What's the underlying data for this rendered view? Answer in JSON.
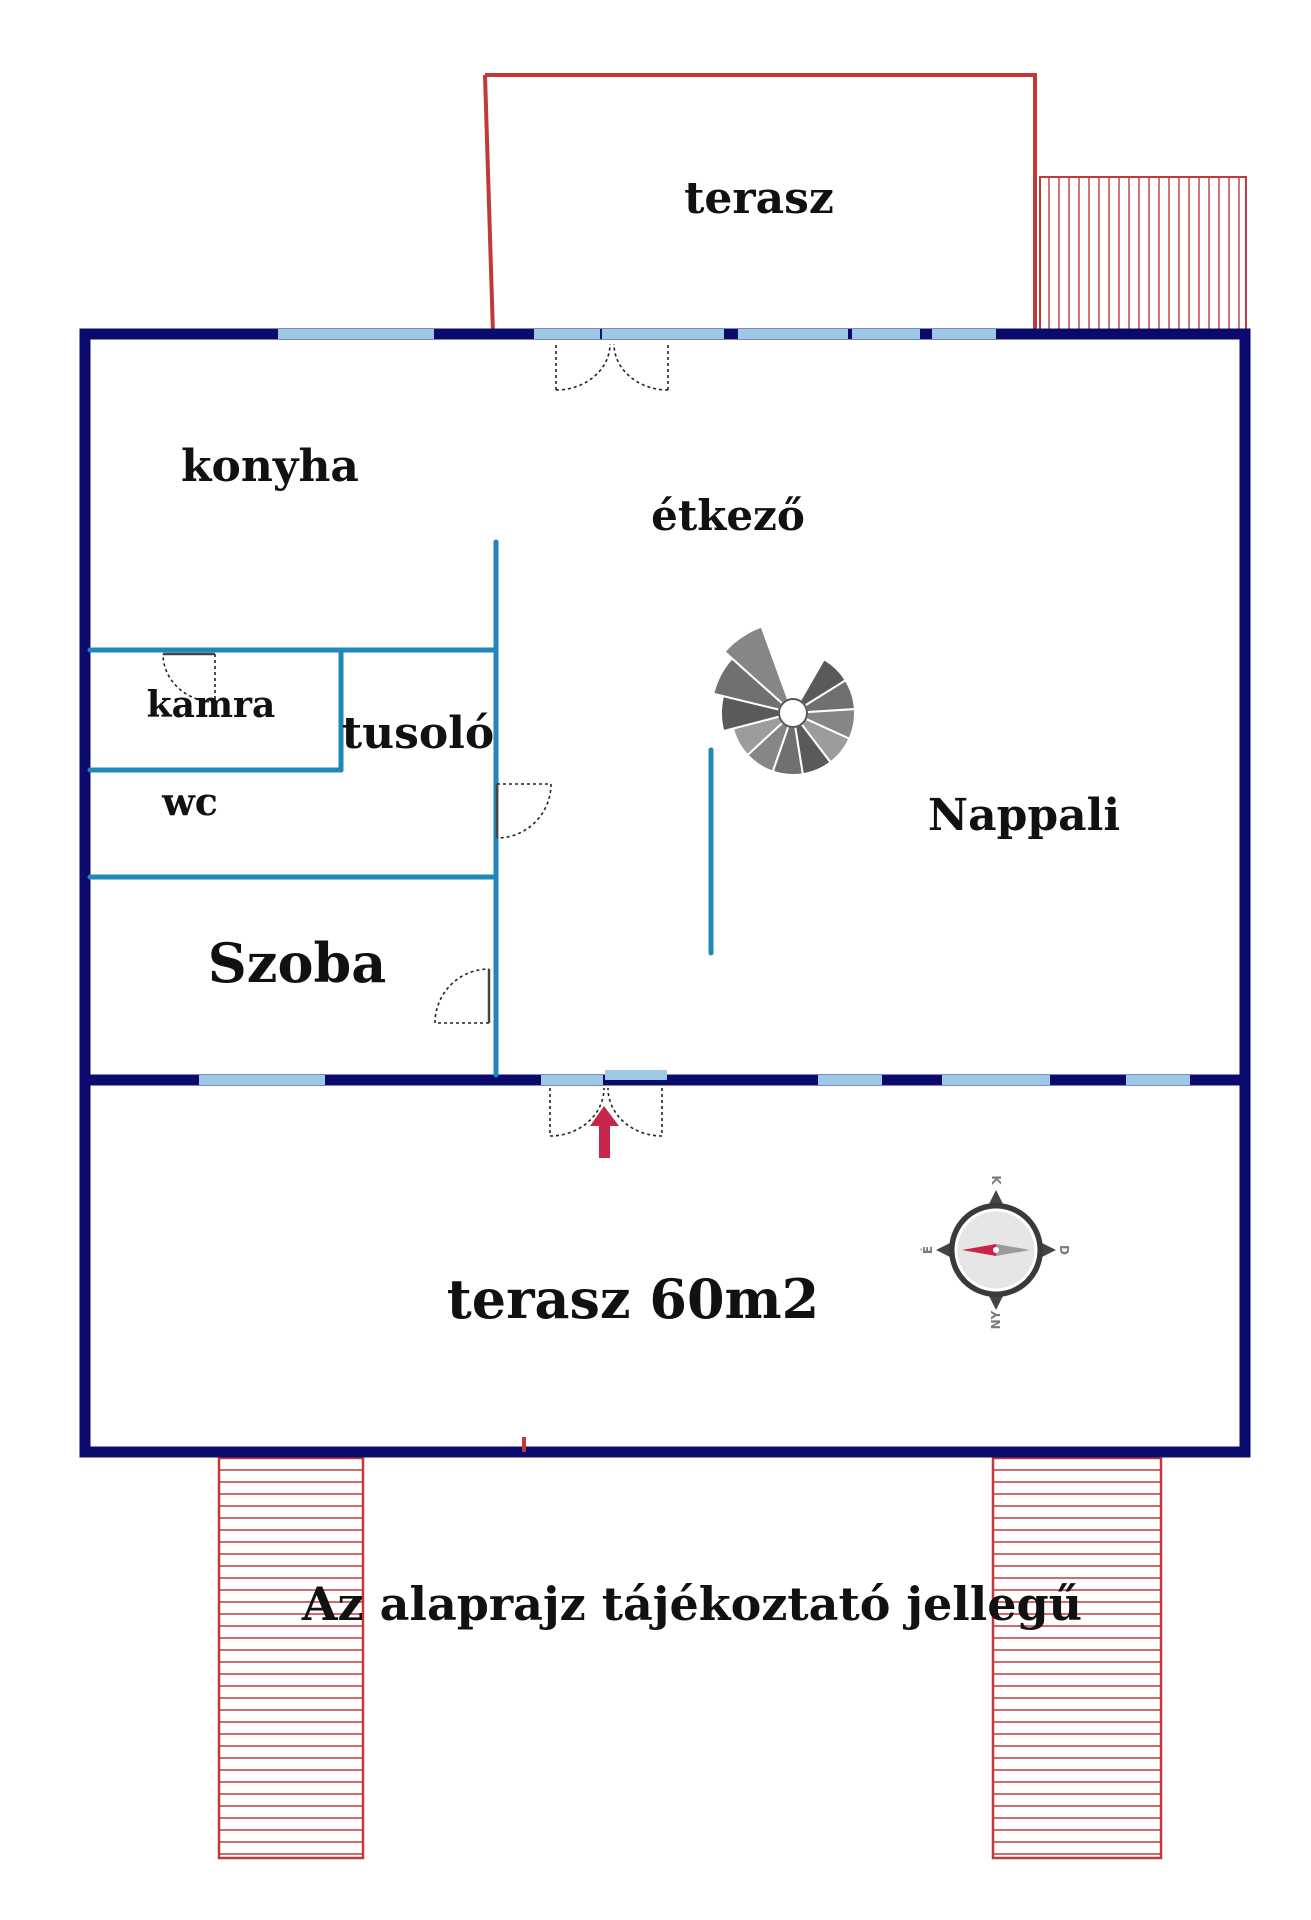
{
  "colors": {
    "outer_wall": "#0b0b6e",
    "inner_wall": "#1e88b8",
    "window": "#9cc9e6",
    "terrace_outline": "#c0393b",
    "door_swing": "#222222",
    "entrance_arrow": "#c8254a",
    "compass_needle_north": "#c8254a",
    "stair": "#6d6d6d"
  },
  "rooms": {
    "terasz_top": "terasz",
    "konyha": "konyha",
    "etkezo": "étkező",
    "kamra": "kamra",
    "tusolo": "tusoló",
    "wc": "wc",
    "nappali": "Nappali",
    "szoba": "Szoba",
    "terasz_bottom": "terasz 60m2"
  },
  "disclaimer": "Az alaprajz tájékoztató jellegű",
  "compass": {
    "north": "K",
    "east": "D",
    "south": "NY",
    "west": "É"
  },
  "icons": {
    "compass": "compass-rose-icon",
    "stair": "spiral-staircase-icon",
    "entrance": "entrance-arrow-icon"
  }
}
